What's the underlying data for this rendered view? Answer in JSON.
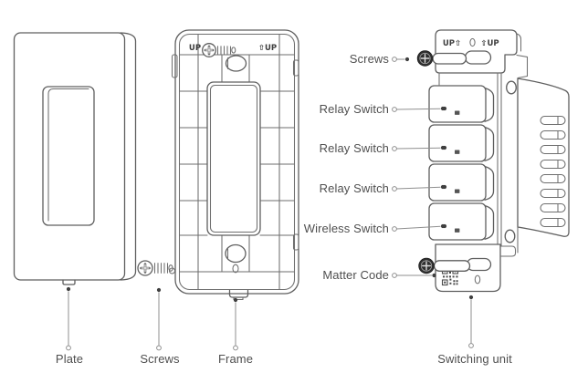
{
  "canvas": {
    "background": "#ffffff",
    "line_color": "#5f5f5f",
    "label_color": "#4f4f4f",
    "leader_color": "#8f8f8f",
    "screw_head_color": "#2e2e2e"
  },
  "callouts": {
    "left_bottom": [
      {
        "id": "plate",
        "label": "Plate"
      },
      {
        "id": "screws",
        "label": "Screws"
      },
      {
        "id": "frame",
        "label": "Frame"
      }
    ],
    "right_side": [
      {
        "id": "screws-top",
        "label": "Screws"
      },
      {
        "id": "relay-switch-1",
        "label": "Relay Switch"
      },
      {
        "id": "relay-switch-2",
        "label": "Relay Switch"
      },
      {
        "id": "relay-switch-3",
        "label": "Relay Switch"
      },
      {
        "id": "wireless-switch",
        "label": "Wireless Switch"
      },
      {
        "id": "matter-code",
        "label": "Matter Code"
      }
    ],
    "bottom_right": {
      "id": "switching-unit",
      "label": "Switching unit"
    }
  },
  "markings": {
    "frame_up_left": "UP",
    "frame_up_right": "⇧UP",
    "unit_up_left": "UP⇧",
    "unit_up_right": "⇧UP"
  }
}
